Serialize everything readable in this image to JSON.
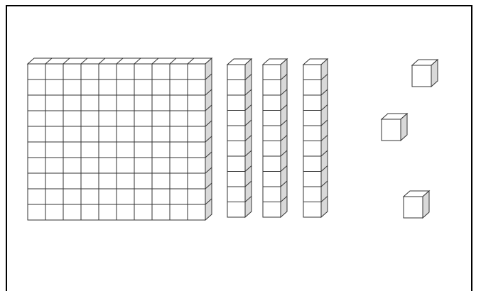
{
  "diagram": {
    "type": "base-ten-blocks",
    "blocks": {
      "hundreds": 1,
      "tens": 3,
      "ones": 3
    },
    "colors": {
      "border": "#000000",
      "stroke": "#333333",
      "face": "#ffffff",
      "side": "#d9d9d9"
    }
  }
}
